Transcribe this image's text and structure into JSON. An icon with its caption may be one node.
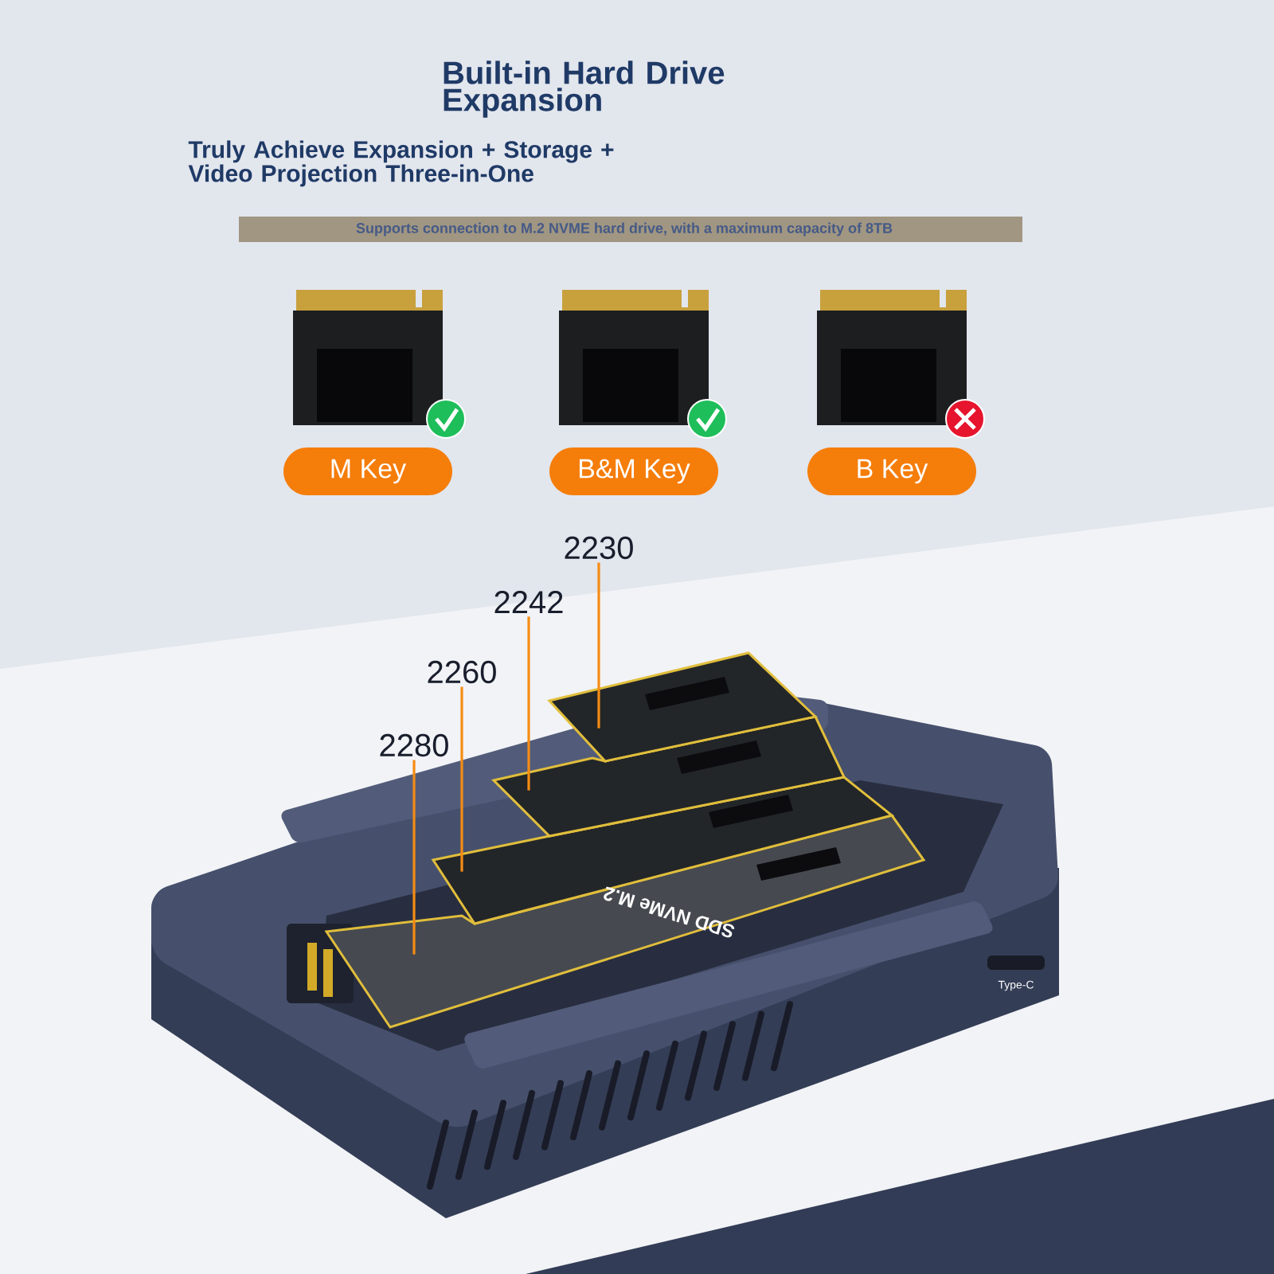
{
  "diagram": {
    "title": "Built-in Hard Drive Expansion",
    "nodes": [
      {
        "text": [
          "M Key"
        ]
      },
      {
        "text": [
          "B&M Key"
        ]
      },
      {
        "text": [
          "B Key"
        ]
      },
      {
        "text": [
          "2230"
        ]
      },
      {
        "text": [
          "2242"
        ]
      },
      {
        "text": [
          "2260"
        ]
      },
      {
        "text": [
          "2280"
        ]
      },
      {
        "text": [],
        "shape": "picture"
      },
      {
        "text": [],
        "shape": "picture"
      },
      {
        "text": [],
        "shape": "picture"
      },
      {
        "text": [],
        "shape": "picture"
      }
    ],
    "edges": [
      {
        "from": 3,
        "to": 7,
        "arrow": "none"
      },
      {
        "from": 4,
        "to": 8,
        "arrow": "none"
      },
      {
        "from": 5,
        "to": 9,
        "arrow": "none"
      },
      {
        "from": 6,
        "to": 10,
        "arrow": "none"
      }
    ],
    "labels": [
      "Truly Achieve Expansion + Storage + Video Projection Three-in-One",
      "Supports connection to M.2 NVME hard drive, with a maximum capacity of 8TB",
      "SDD NVMe M.2",
      "Type-C"
    ]
  }
}
